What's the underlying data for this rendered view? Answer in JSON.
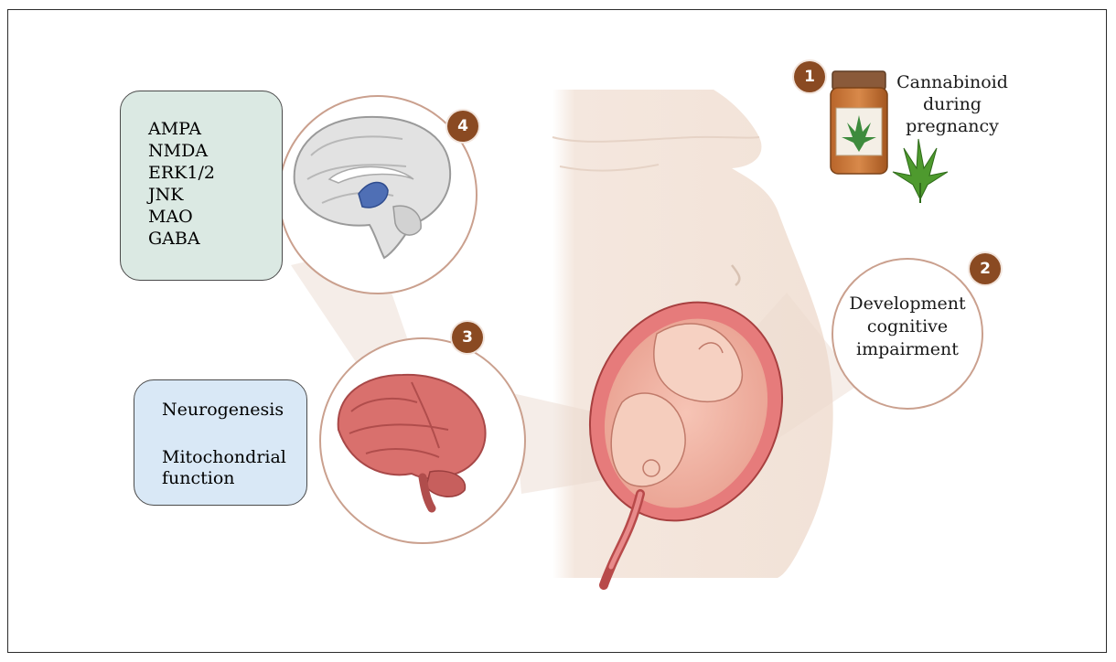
{
  "steps": {
    "step1": {
      "badge": "1",
      "lines": [
        "Cannabinoid",
        "during",
        "pregnancy"
      ]
    },
    "step2": {
      "badge": "2",
      "lines": [
        "Development",
        "cognitive",
        "impairment"
      ]
    },
    "step3": {
      "badge": "3"
    },
    "step4": {
      "badge": "4"
    }
  },
  "panel_molecular": {
    "decreased": [
      "AMPA",
      "NMDA",
      "ERK1/2",
      "JNK",
      "MAO"
    ],
    "increased": [
      "GABA"
    ]
  },
  "panel_cellular": {
    "decreased": [
      "Neurogenesis"
    ],
    "increased_lines": [
      "Mitochondrial",
      "function"
    ]
  },
  "colors": {
    "badge": "#8a4a22",
    "arrow_down": "#1a1a1a",
    "arrow_up": "#8b2a2a",
    "panel_green": "#dbe9e3",
    "panel_blue": "#d9e8f6",
    "skin": "#f2e4da",
    "uterus": "#e07a7a",
    "brain": "#d96a6a"
  },
  "icons": {
    "bottle": "pill-bottle-icon",
    "leaf": "cannabis-leaf-icon",
    "brain_sagittal": "brain-sagittal-icon",
    "brain_lateral": "brain-lateral-icon"
  }
}
